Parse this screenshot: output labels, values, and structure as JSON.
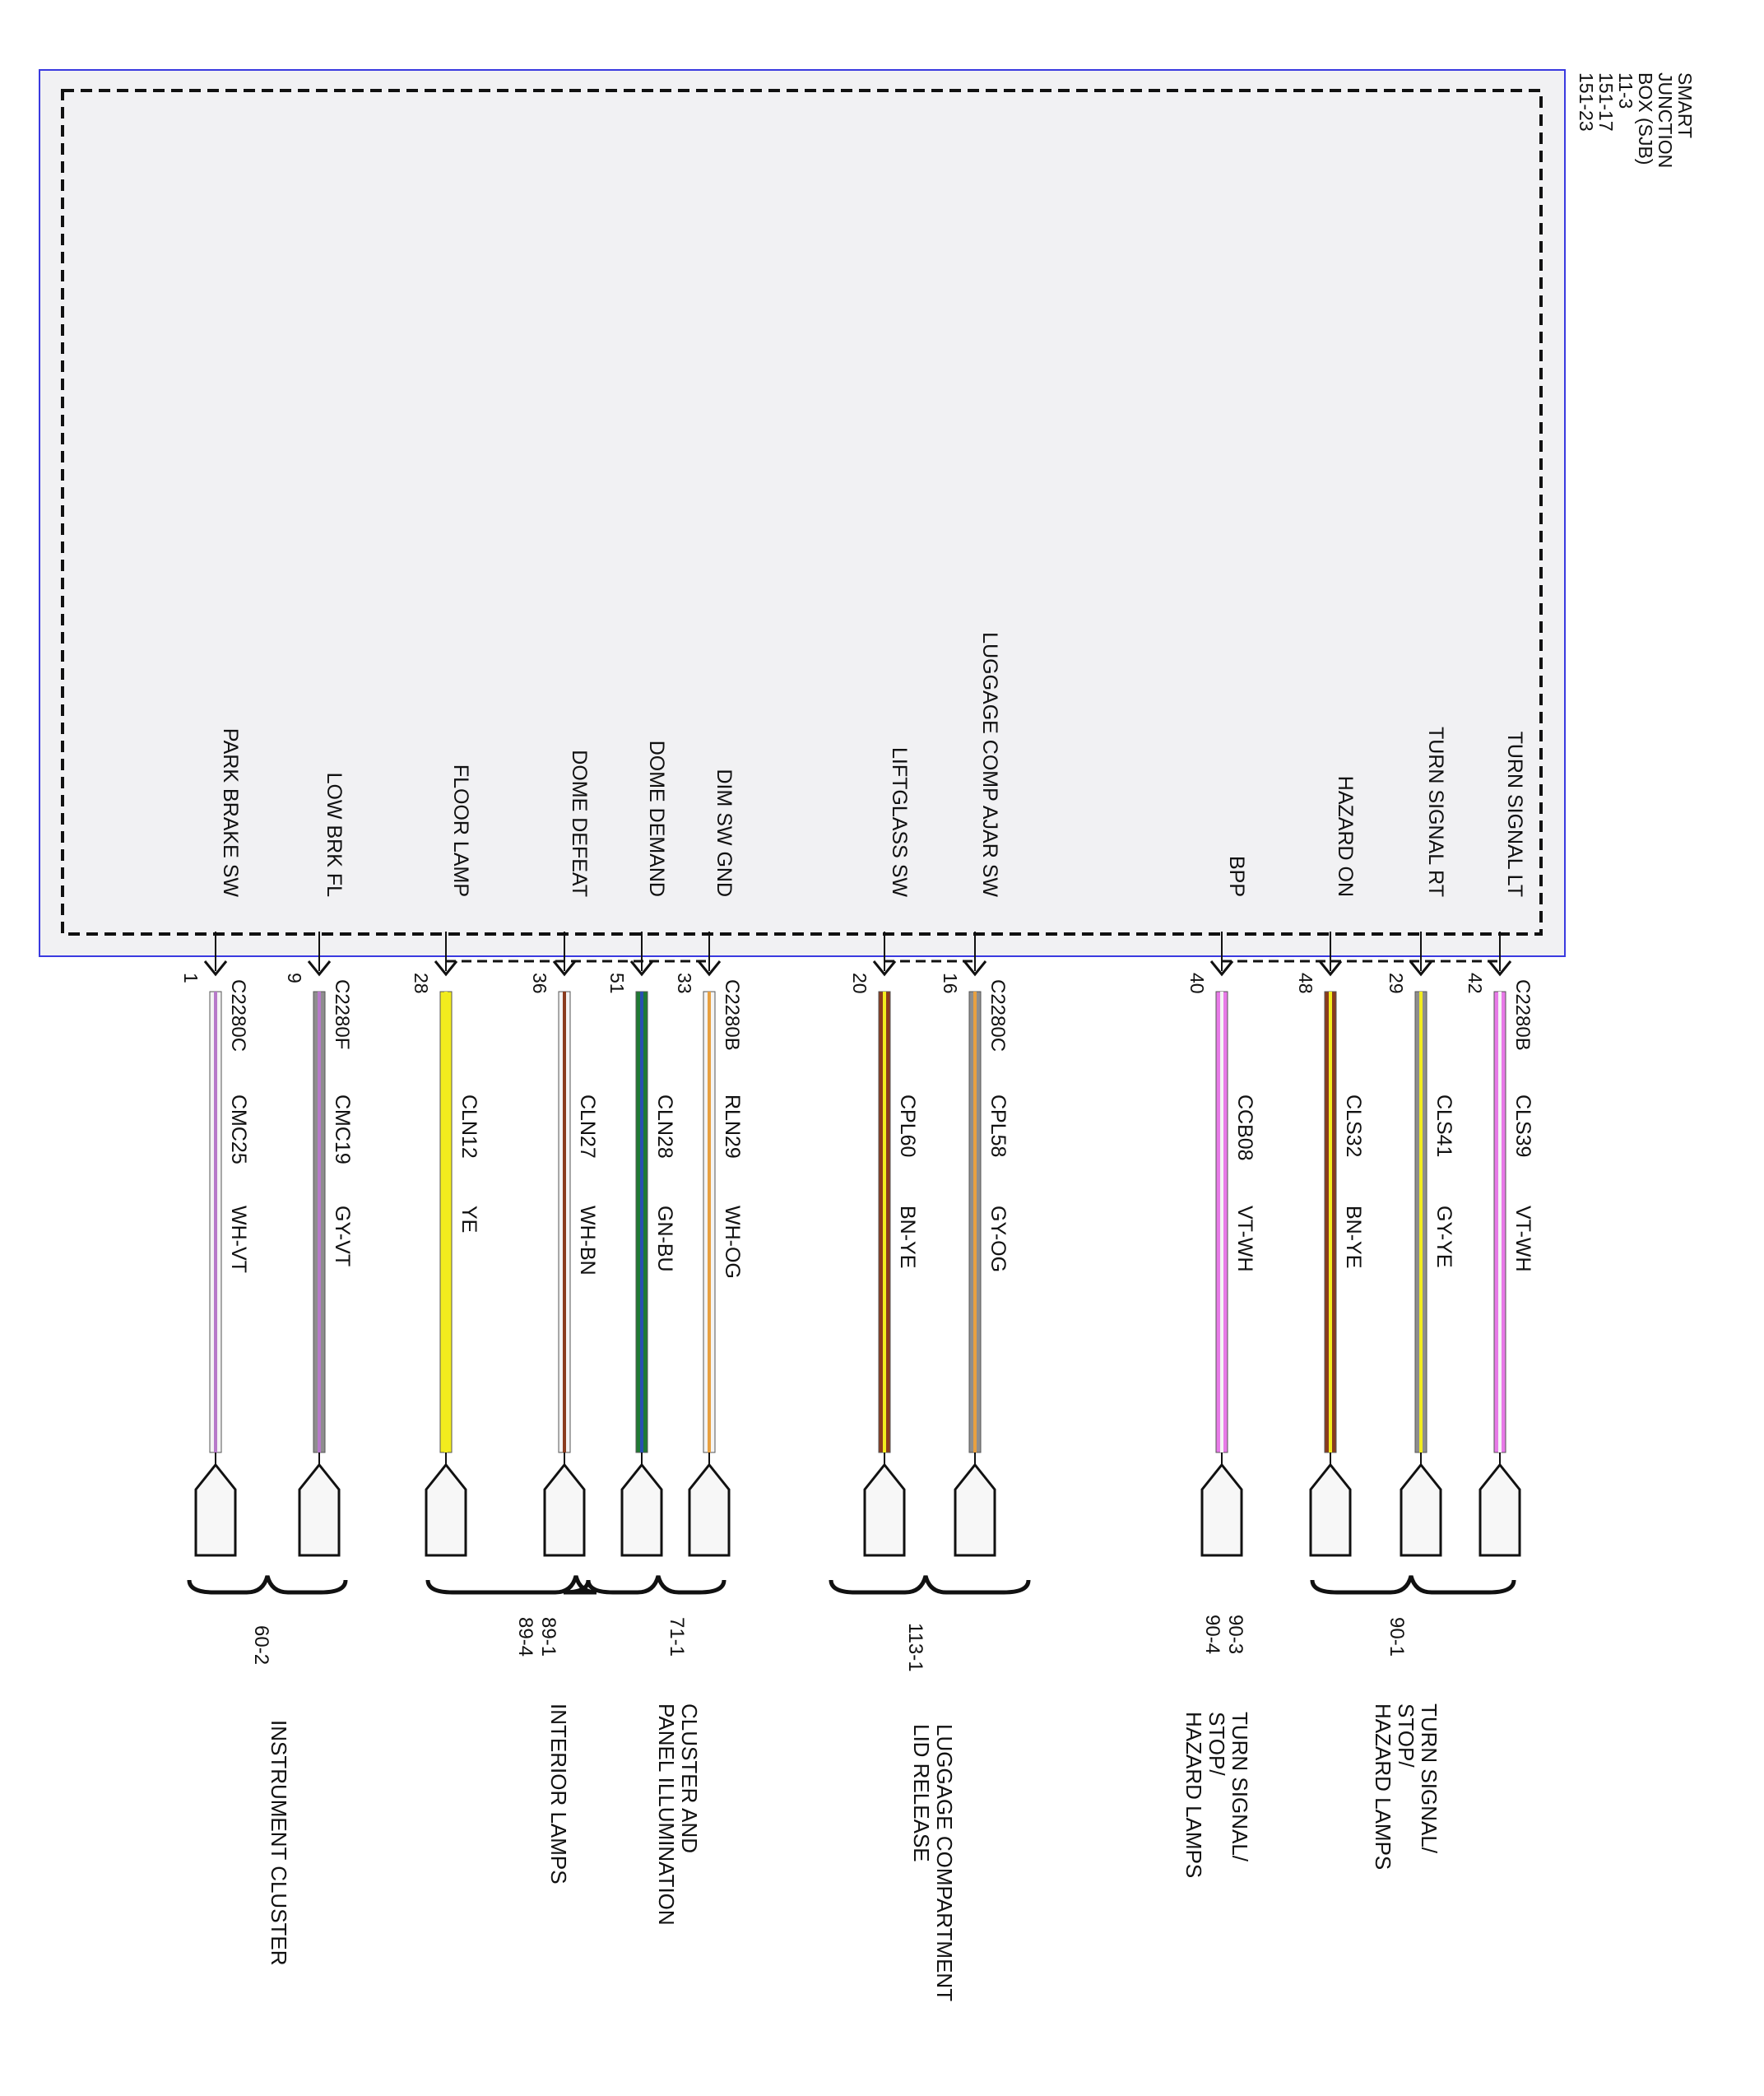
{
  "module": {
    "title_lines": [
      "SMART",
      "JUNCTION",
      "BOX (SJB)",
      "11-3",
      "151-17",
      "151-23"
    ],
    "border_color": "#3a3ae0",
    "fill_color": "#f1f1f3"
  },
  "circuits": [
    {
      "pin_label": "PARK BRAKE SW",
      "connector": "C2280C",
      "pin": "1",
      "circuit": "CMC25",
      "wire_color": "WH-VT",
      "base": "#f4f4f4",
      "stripe": "#b77ac9"
    },
    {
      "pin_label": "LOW BRK FL",
      "connector": "C2280F",
      "pin": "9",
      "circuit": "CMC19",
      "wire_color": "GY-VT",
      "base": "#8e8e8e",
      "stripe": "#b77ac9"
    },
    {
      "pin_label": "FLOOR LAMP",
      "connector": "",
      "pin": "28",
      "circuit": "CLN12",
      "wire_color": "YE",
      "base": "#f2ec1e",
      "stripe": "#f2ec1e"
    },
    {
      "pin_label": "DOME DEFEAT",
      "connector": "",
      "pin": "36",
      "circuit": "CLN27",
      "wire_color": "WH-BN",
      "base": "#f4f4f4",
      "stripe": "#8a3b1e"
    },
    {
      "pin_label": "DOME DEMAND",
      "connector": "",
      "pin": "51",
      "circuit": "CLN28",
      "wire_color": "GN-BU",
      "base": "#1f7a34",
      "stripe": "#2a4fb0"
    },
    {
      "pin_label": "DIM SW GND",
      "connector": "C2280B",
      "pin": "33",
      "circuit": "RLN29",
      "wire_color": "WH-OG",
      "base": "#f4f4f4",
      "stripe": "#e8a040"
    },
    {
      "pin_label": "LIFTGLASS SW",
      "connector": "",
      "pin": "20",
      "circuit": "CPL60",
      "wire_color": "BN-YE",
      "base": "#8a3b1e",
      "stripe": "#f2ec1e"
    },
    {
      "pin_label": "LUGGAGE COMP AJAR SW",
      "connector": "C2280C",
      "pin": "16",
      "circuit": "CPL58",
      "wire_color": "GY-OG",
      "base": "#8e8e8e",
      "stripe": "#e8a040"
    },
    {
      "pin_label": "BPP",
      "connector": "",
      "pin": "40",
      "circuit": "CCB08",
      "wire_color": "VT-WH",
      "base": "#e87ae8",
      "stripe": "#f4f4f4"
    },
    {
      "pin_label": "HAZARD ON",
      "connector": "",
      "pin": "48",
      "circuit": "CLS32",
      "wire_color": "BN-YE",
      "base": "#8a3b1e",
      "stripe": "#f2ec1e"
    },
    {
      "pin_label": "TURN SIGNAL RT",
      "connector": "",
      "pin": "29",
      "circuit": "CLS41",
      "wire_color": "GY-YE",
      "base": "#8e8e8e",
      "stripe": "#f2ec1e"
    },
    {
      "pin_label": "TURN SIGNAL LT",
      "connector": "C2280B",
      "pin": "42",
      "circuit": "CLS39",
      "wire_color": "VT-WH",
      "base": "#e87ae8",
      "stripe": "#f4f4f4"
    }
  ],
  "destinations": [
    {
      "ref": "60-2",
      "label_lines": [
        "INSTRUMENT CLUSTER"
      ]
    },
    {
      "ref": "89-1 89-4",
      "label_lines": [
        "INTERIOR LAMPS"
      ]
    },
    {
      "ref": "71-1",
      "label_lines": [
        "CLUSTER AND",
        "PANEL ILLUMINATION"
      ]
    },
    {
      "ref": "113-1",
      "label_lines": [
        "LUGGAGE COMPARTMENT",
        "LID RELEASE"
      ]
    },
    {
      "ref": "90-3 90-4",
      "label_lines": [
        "TURN SIGNAL/",
        "STOP/",
        "HAZARD LAMPS"
      ]
    },
    {
      "ref": "90-1",
      "label_lines": [
        "TURN SIGNAL/",
        "STOP/",
        "HAZARD LAMPS"
      ]
    }
  ]
}
